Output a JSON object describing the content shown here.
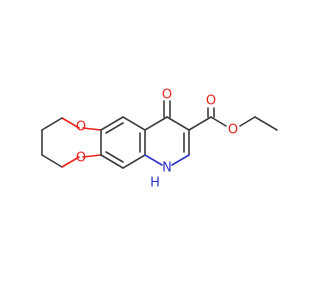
{
  "colors": {
    "background": "#ffffff",
    "bond": "#3a3a3a",
    "oxygen": "#e8231c",
    "nitrogen": "#2d34c8"
  },
  "atoms": [
    {
      "id": "o_ring_top",
      "label": "O",
      "element": "oxygen"
    },
    {
      "id": "o_ring_bottom",
      "label": "O",
      "element": "oxygen"
    },
    {
      "id": "o_ketone",
      "label": "O",
      "element": "oxygen"
    },
    {
      "id": "o_ester_dbl",
      "label": "O",
      "element": "oxygen"
    },
    {
      "id": "o_ester",
      "label": "O",
      "element": "oxygen"
    },
    {
      "id": "n_ring",
      "label": "N",
      "element": "nitrogen"
    },
    {
      "id": "h_nh",
      "label": "H",
      "element": "nitrogen"
    }
  ]
}
